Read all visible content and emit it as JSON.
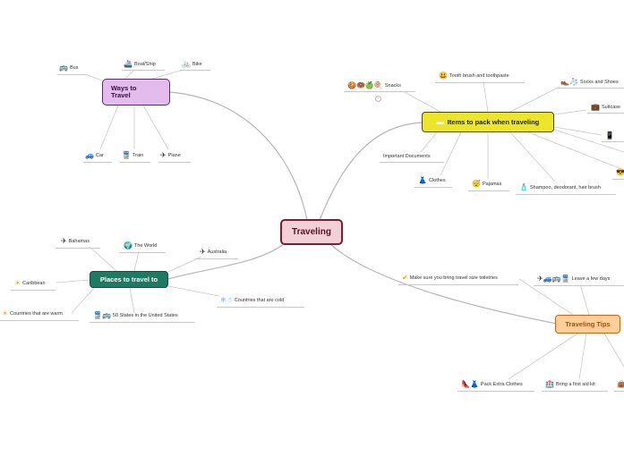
{
  "central": {
    "label": "Traveling"
  },
  "ways": {
    "label": "Ways to Travel",
    "label_line1": "Ways to",
    "label_line2": "Travel",
    "children": [
      {
        "label": "Bus",
        "icon": "bus-icon",
        "glyph": "🚌"
      },
      {
        "label": "Boat/Ship",
        "icon": "ship-icon",
        "glyph": "🚢"
      },
      {
        "label": "Bike",
        "icon": "bicycle-icon",
        "glyph": "🚲"
      },
      {
        "label": "Car",
        "icon": "car-icon",
        "glyph": "🚙"
      },
      {
        "label": "Train",
        "icon": "train-icon",
        "glyph": "🚆"
      },
      {
        "label": "Plane",
        "icon": "plane-icon",
        "glyph": "✈"
      }
    ]
  },
  "places": {
    "label": "Places to travel to",
    "children": [
      {
        "label": "Bahamas",
        "icon": "plane-icon",
        "glyph": "✈"
      },
      {
        "label": "The World",
        "icon": "globe-icon",
        "glyph": "🌍"
      },
      {
        "label": "Australia",
        "icon": "plane-icon",
        "glyph": "✈"
      },
      {
        "label": "Caribbean",
        "icon": "sun-icon",
        "glyph": "☀"
      },
      {
        "label": "Countries that are warm",
        "icon": "sun-icon",
        "glyph": "☀"
      },
      {
        "label": "50 States in the United States",
        "icon": "train-and-bus-icon",
        "glyph": "🚆🚌"
      },
      {
        "label": "Countries that are cold",
        "icon": "snow-icon",
        "glyph": "❄☃"
      }
    ]
  },
  "items": {
    "label": "Items to pack when traveling",
    "icon": "suitcase-icon",
    "children": [
      {
        "label": "Snacks",
        "icon": "snacks-icon",
        "glyph": "🍪🍩🍏🍭"
      },
      {
        "label": "Tooth brush and toothpaste",
        "icon": "smiley-icon",
        "glyph": "😃"
      },
      {
        "label": "Socks and Shoes",
        "icon": "shoes-icon",
        "glyph": "👞🧦"
      },
      {
        "label": "Suitcase",
        "icon": "suitcase-icon",
        "glyph": "💼"
      },
      {
        "label": "Important Documents",
        "icon": "",
        "glyph": ""
      },
      {
        "label": "Clothes",
        "icon": "dress-icon",
        "glyph": "👗"
      },
      {
        "label": "Pajamas",
        "icon": "sleepy-icon",
        "glyph": "😴"
      },
      {
        "label": "Shampoo, deodorant, hair brush",
        "icon": "spray-icon",
        "glyph": "🧴"
      }
    ]
  },
  "tips": {
    "label": "Traveling Tips",
    "children": [
      {
        "label": "Make sure you bring travel size toiletries",
        "icon": "check-icon",
        "glyph": "✔"
      },
      {
        "label": "Leave a few days",
        "icon": "transport-icons",
        "glyph": "✈🚙🚌🚆"
      },
      {
        "label": "Pack Extra Clothes",
        "icon": "clothes-icon",
        "glyph": "👠👗"
      },
      {
        "label": "Bring a first aid kit",
        "icon": "hospital-icon",
        "glyph": "🏥"
      }
    ]
  },
  "colors": {
    "central": "#f2d0d8",
    "ways": "#e3bbed",
    "places": "#1f7a63",
    "items": "#ece52e",
    "tips": "#ffcf9a",
    "link": "#b5b5b5"
  }
}
